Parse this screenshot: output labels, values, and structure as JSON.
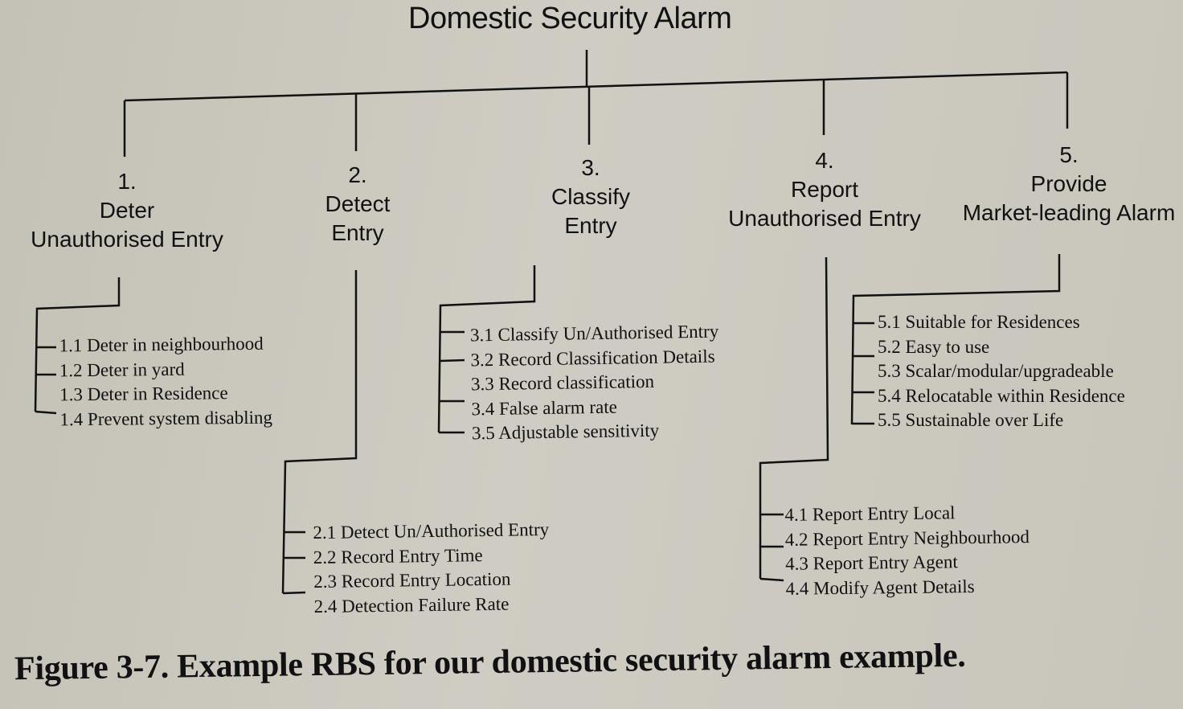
{
  "diagram": {
    "type": "requirements-breakdown-structure",
    "root": "Domestic Security Alarm",
    "branches": [
      {
        "number": "1.",
        "title_lines": [
          "Deter",
          "Unauthorised Entry"
        ],
        "children": [
          "1.1 Deter in neighbourhood",
          "1.2 Deter in yard",
          "1.3 Deter in Residence",
          "1.4 Prevent system disabling"
        ]
      },
      {
        "number": "2.",
        "title_lines": [
          "Detect",
          "Entry"
        ],
        "children": [
          "2.1 Detect Un/Authorised Entry",
          "2.2 Record Entry Time",
          "2.3 Record Entry Location",
          "2.4 Detection Failure Rate"
        ]
      },
      {
        "number": "3.",
        "title_lines": [
          "Classify",
          "Entry"
        ],
        "children": [
          "3.1 Classify Un/Authorised Entry",
          "3.2 Record Classification Details",
          "3.3 Record classification",
          "3.4 False alarm rate",
          "3.5 Adjustable sensitivity"
        ]
      },
      {
        "number": "4.",
        "title_lines": [
          "Report",
          "Unauthorised Entry"
        ],
        "children": [
          "4.1 Report Entry Local",
          "4.2 Report Entry Neighbourhood",
          "4.3 Report Entry Agent",
          "4.4 Modify Agent Details"
        ]
      },
      {
        "number": "5.",
        "title_lines": [
          "Provide",
          "Market-leading Alarm"
        ],
        "children": [
          "5.1 Suitable for Residences",
          "5.2 Easy to use",
          "5.3 Scalar/modular/upgradeable",
          "5.4 Relocatable within Residence",
          "5.5 Sustainable over Life"
        ]
      }
    ]
  },
  "caption": "Figure 3-7.  Example RBS for our domestic security alarm example."
}
